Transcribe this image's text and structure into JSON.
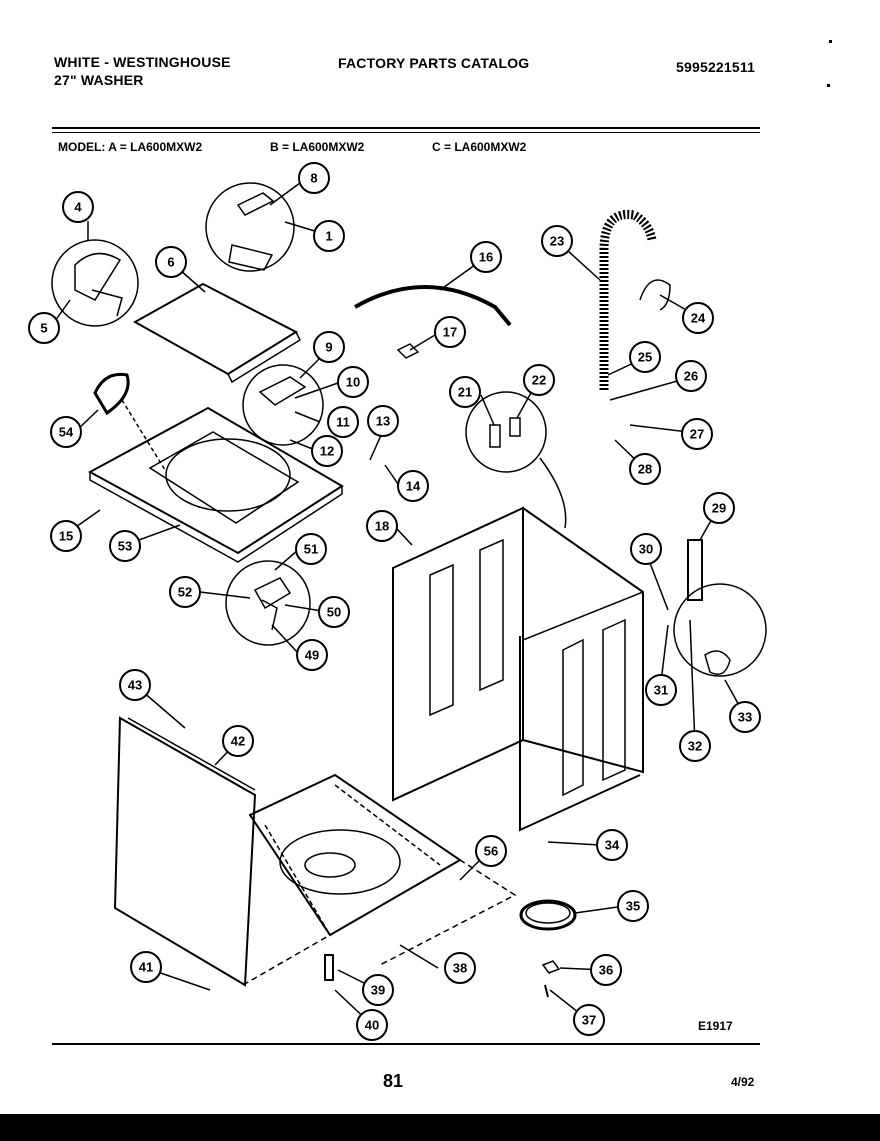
{
  "header": {
    "brand": "WHITE - WESTINGHOUSE",
    "product": "27\" WASHER",
    "catalog_title": "FACTORY PARTS CATALOG",
    "catalog_number": "5995221511"
  },
  "models": {
    "a": "MODEL:  A = LA600MXW2",
    "b": "B = LA600MXW2",
    "c": "C = LA600MXW2"
  },
  "callouts": [
    "1",
    "4",
    "5",
    "6",
    "8",
    "9",
    "10",
    "11",
    "12",
    "13",
    "14",
    "15",
    "16",
    "17",
    "18",
    "21",
    "22",
    "23",
    "24",
    "25",
    "26",
    "27",
    "28",
    "29",
    "30",
    "31",
    "32",
    "33",
    "34",
    "35",
    "36",
    "37",
    "38",
    "39",
    "40",
    "41",
    "42",
    "43",
    "49",
    "50",
    "51",
    "52",
    "53",
    "54",
    "56"
  ],
  "footer": {
    "diagram_code": "E1917",
    "page_number": "81",
    "date": "4/92"
  }
}
